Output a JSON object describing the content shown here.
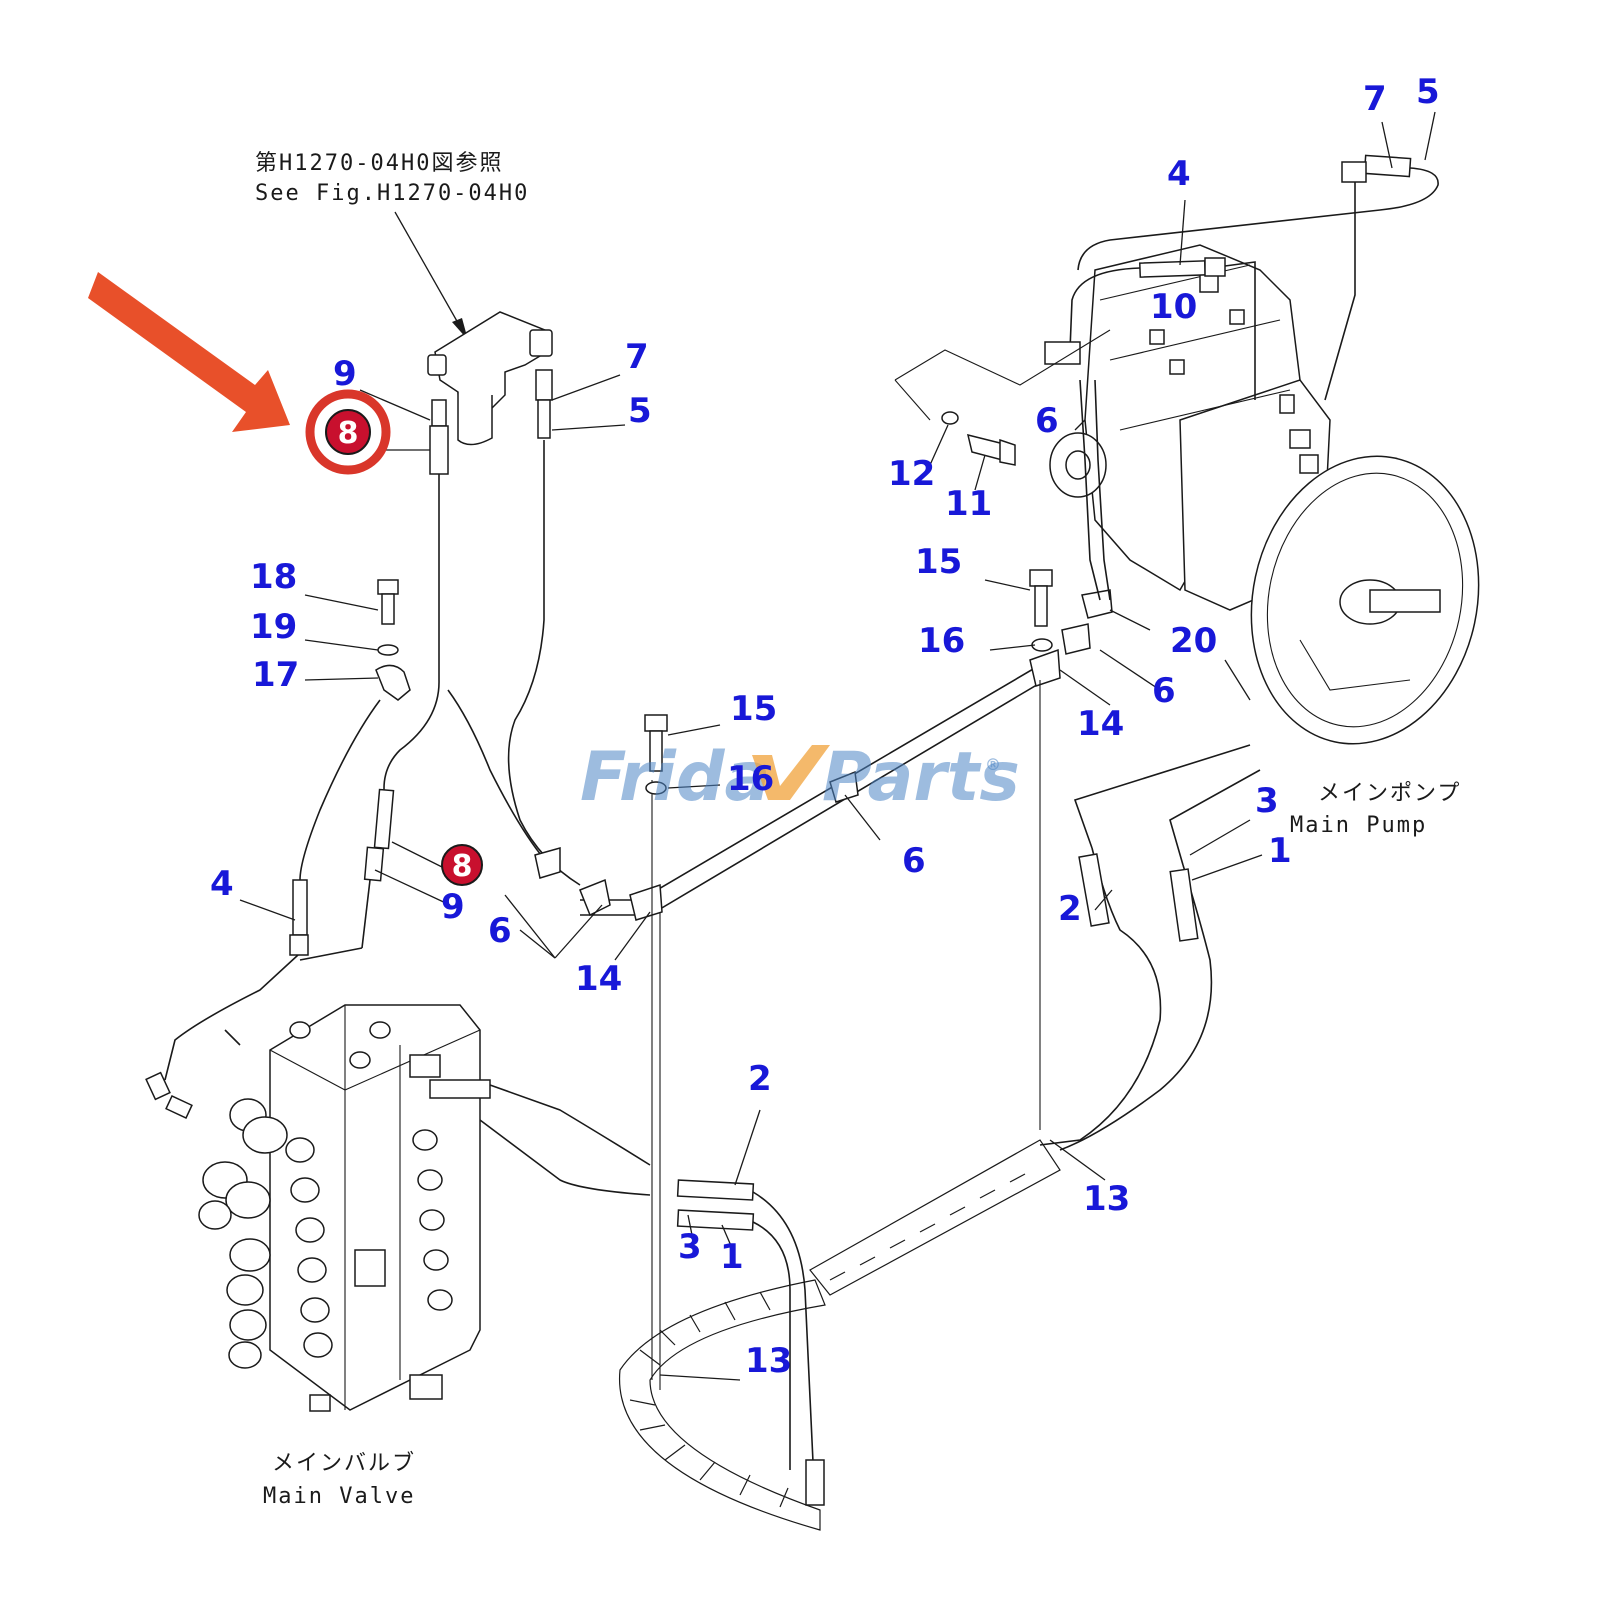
{
  "reference": {
    "line_jp": "第H1270-04H0図参照",
    "line_en": "See Fig.H1270-04H0"
  },
  "captions": {
    "main_pump_jp": "メインポンプ",
    "main_pump_en": "Main Pump",
    "main_valve_jp": "メインバルブ",
    "main_valve_en": "Main Valve"
  },
  "watermark": {
    "text_left": "Frida",
    "text_right": "Parts",
    "registered": "®"
  },
  "highlight": {
    "part_number": "8",
    "arrow_color": "#e8502a",
    "ring_color": "#d9362a",
    "badge_color": "#c8102e"
  },
  "callouts": {
    "c_7_top": "7",
    "c_5_top": "5",
    "c_4_top": "4",
    "c_10": "10",
    "c_6_pump": "6",
    "c_12": "12",
    "c_11": "11",
    "c_15_right": "15",
    "c_16_right": "16",
    "c_20": "20",
    "c_6_right": "6",
    "c_14_right": "14",
    "c_3_right": "3",
    "c_1_right": "1",
    "c_2_right": "2",
    "c_13_right": "13",
    "c_9_top": "9",
    "c_7_mid": "7",
    "c_5_mid": "5",
    "c_18": "18",
    "c_19": "19",
    "c_17": "17",
    "c_15_center": "15",
    "c_16_center": "16",
    "c_6_center": "6",
    "c_4_left": "4",
    "c_8_lower": "8",
    "c_9_lower": "9",
    "c_6_left": "6",
    "c_14_left": "14",
    "c_2_bottom": "2",
    "c_3_bottom": "3",
    "c_1_bottom": "1",
    "c_13_bottom": "13"
  },
  "colors": {
    "callout_text": "#1818d8",
    "line_art": "#1a1a1a",
    "watermark_blue": "#4e86c6",
    "watermark_orange": "#f0a13a"
  }
}
